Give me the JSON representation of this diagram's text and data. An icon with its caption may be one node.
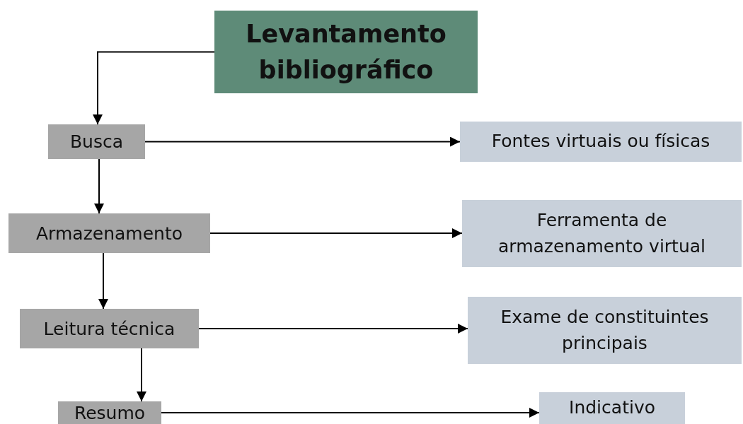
{
  "diagram": {
    "nodes": [
      {
        "text": [
          "Levantamento bibliográfico"
        ]
      },
      {
        "text": [
          "Busca"
        ]
      },
      {
        "text": [
          "Armazenamento"
        ]
      },
      {
        "text": [
          "Leitura técnica"
        ]
      },
      {
        "text": [
          "Resumo"
        ]
      },
      {
        "text": [
          "Fontes virtuais ou físicas"
        ]
      },
      {
        "text": [
          "Ferramenta de armazenamento virtual"
        ]
      },
      {
        "text": [
          "Exame de constituintes principais"
        ]
      },
      {
        "text": [
          "Indicativo"
        ]
      }
    ],
    "edges": [
      {
        "from": 0,
        "to": 1,
        "arrow": "to"
      },
      {
        "from": 1,
        "to": 2,
        "arrow": "to"
      },
      {
        "from": 2,
        "to": 3,
        "arrow": "to"
      },
      {
        "from": 3,
        "to": 4,
        "arrow": "to"
      },
      {
        "from": 1,
        "to": 5,
        "arrow": "to"
      },
      {
        "from": 2,
        "to": 6,
        "arrow": "to"
      },
      {
        "from": 3,
        "to": 7,
        "arrow": "to"
      },
      {
        "from": 4,
        "to": 8,
        "arrow": "to"
      }
    ]
  }
}
